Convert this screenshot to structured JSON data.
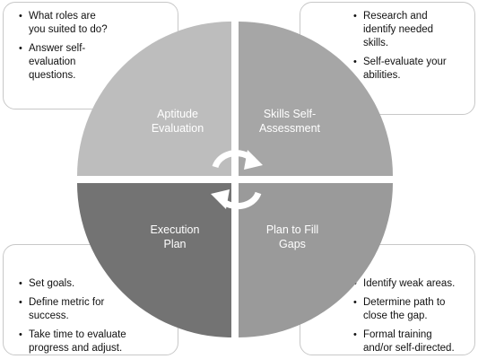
{
  "diagram": {
    "quadrants": [
      {
        "id": "top-left",
        "label_lines": [
          "Aptitude",
          "Evaluation"
        ],
        "color": "#bdbdbd"
      },
      {
        "id": "top-right",
        "label_lines": [
          "Skills Self-",
          "Assessment"
        ],
        "color": "#a6a6a6"
      },
      {
        "id": "bottom-left",
        "label_lines": [
          "Execution",
          "Plan"
        ],
        "color": "#737373"
      },
      {
        "id": "bottom-right",
        "label_lines": [
          "Plan to Fill",
          "Gaps"
        ],
        "color": "#9a9a9a"
      }
    ],
    "callouts": {
      "top_left": {
        "items": [
          [
            "What roles are",
            "you suited to do?"
          ],
          [
            "Answer self-",
            "evaluation",
            "questions."
          ]
        ]
      },
      "top_right": {
        "items": [
          [
            "Research and",
            "identify needed",
            "skills."
          ],
          [
            "Self-evaluate your",
            "abilities."
          ]
        ]
      },
      "bottom_left": {
        "items": [
          [
            "Set goals."
          ],
          [
            "Define metric for",
            "success."
          ],
          [
            "Take time to evaluate",
            "progress and adjust."
          ]
        ]
      },
      "bottom_right": {
        "items": [
          [
            "Identify weak areas."
          ],
          [
            "Determine path to",
            "close the gap."
          ],
          [
            "Formal training",
            "and/or self-directed."
          ]
        ]
      }
    },
    "center_icon": "circular-arrows-icon"
  }
}
